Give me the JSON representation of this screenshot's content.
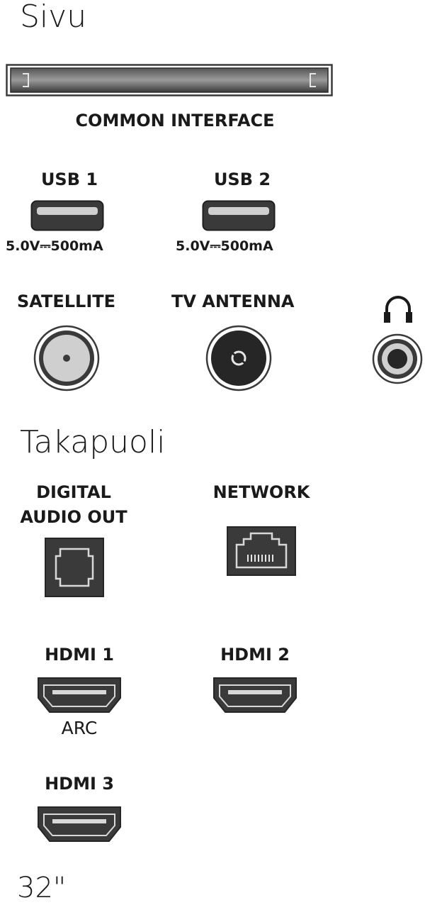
{
  "side_section": {
    "title": "Sivu",
    "common_interface_label": "COMMON INTERFACE",
    "usb1": {
      "label": "USB 1",
      "spec": "5.0V⎓500mA"
    },
    "usb2": {
      "label": "USB 2",
      "spec": "5.0V⎓500mA"
    },
    "satellite_label": "SATELLITE",
    "tv_antenna_label": "TV ANTENNA",
    "headphone_icon": "headphones-icon"
  },
  "back_section": {
    "title": "Takapuoli",
    "digital_audio_label_line1": "DIGITAL",
    "digital_audio_label_line2": "AUDIO OUT",
    "network_label": "NETWORK",
    "hdmi1": {
      "label": "HDMI 1",
      "sub": "ARC"
    },
    "hdmi2": {
      "label": "HDMI 2"
    },
    "hdmi3": {
      "label": "HDMI 3"
    }
  },
  "screen_size": "32\"",
  "colors": {
    "text": "#1a1a1a",
    "port_dark": "#3a3a3a",
    "port_light": "#d0d0d0"
  }
}
